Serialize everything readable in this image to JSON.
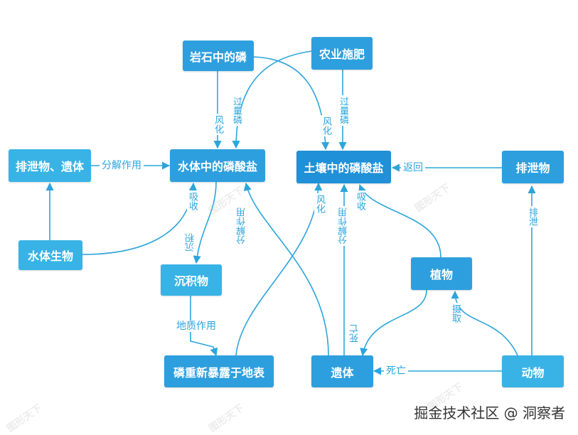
{
  "nodes": {
    "rock": "岩石中的磷",
    "fertilizer": "农业施肥",
    "water_phosphate": "水体中的磷酸盐",
    "soil_phosphate": "土壤中的磷酸盐",
    "excreta_remains": "排泄物、遗体",
    "excreta": "排泄物",
    "aquatic": "水体生物",
    "sediment": "沉积物",
    "plants": "植物",
    "exposed": "磷重新暴露于地表",
    "remains": "遗体",
    "animals": "动物"
  },
  "edges": {
    "weathering_water": "风化",
    "excess_water": "过量磷",
    "weathering_soil": "风化",
    "excess_soil": "过量磷",
    "decomposition_left": "分解作用",
    "return": "返回",
    "absorb_aquatic": "吸收",
    "settle": "沉积",
    "decomp_exposed": "分解作用",
    "weathering_up": "风化",
    "decomp_remains": "分解作用",
    "absorb_plants": "吸收",
    "excrete": "排泄",
    "geology": "地质作用",
    "death_plants": "死亡",
    "ingest": "摄取",
    "death_animals": "死亡"
  },
  "watermark": "图形天下",
  "footer": "掘金技术社区 @ 洞察者",
  "colors": {
    "node_primary": "#2e9fde",
    "node_light": "#39b3e6",
    "node_dark": "#2090d8",
    "edge": "#2ca5dc",
    "text": "#333333"
  }
}
